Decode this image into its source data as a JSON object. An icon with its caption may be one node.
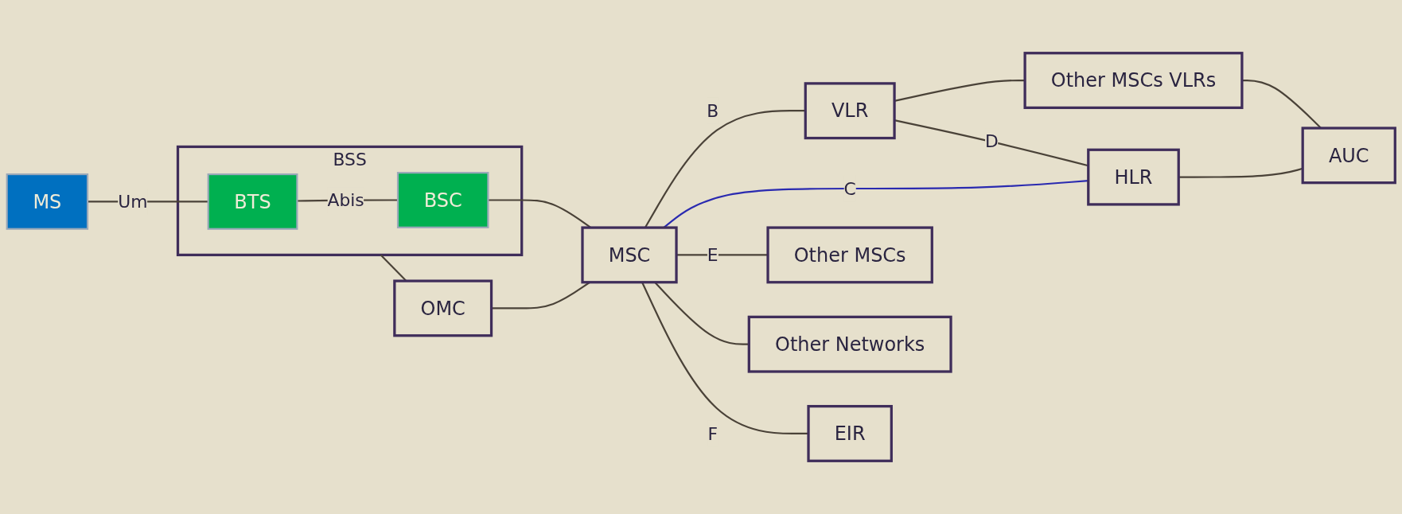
{
  "diagram": {
    "nodes": [
      {
        "text": [
          "MS"
        ]
      },
      {
        "text": [
          "BSS"
        ]
      },
      {
        "text": [
          "BTS"
        ],
        "in": 1
      },
      {
        "text": [
          "BSC"
        ],
        "in": 1
      },
      {
        "text": [
          "OMC"
        ]
      },
      {
        "text": [
          "VLR"
        ]
      },
      {
        "text": [
          "Other MSCs VLRs"
        ]
      },
      {
        "text": [
          "MSC"
        ]
      },
      {
        "text": [
          "HLR"
        ]
      },
      {
        "text": [
          "AUC"
        ]
      },
      {
        "text": [
          "Other MSCs"
        ]
      },
      {
        "text": [
          "Other Networks"
        ]
      },
      {
        "text": [
          "EIR"
        ]
      }
    ],
    "edges": [
      {
        "from": 0,
        "to": 2,
        "arrow": "none",
        "label": "Um"
      },
      {
        "from": 2,
        "to": 3,
        "arrow": "none",
        "label": "Abis"
      },
      {
        "from": 3,
        "to": 7,
        "arrow": "none"
      },
      {
        "from": 1,
        "to": 4,
        "arrow": "none"
      },
      {
        "from": 4,
        "to": 7,
        "arrow": "none"
      },
      {
        "from": 7,
        "to": 5,
        "arrow": "none",
        "label": "B"
      },
      {
        "from": 5,
        "to": 6,
        "arrow": "none"
      },
      {
        "from": 5,
        "to": 8,
        "arrow": "none",
        "label": "D"
      },
      {
        "from": 7,
        "to": 8,
        "arrow": "none",
        "label": "C",
        "color": "#2a2ab0"
      },
      {
        "from": 8,
        "to": 9,
        "arrow": "none"
      },
      {
        "from": 6,
        "to": 9,
        "arrow": "none"
      },
      {
        "from": 7,
        "to": 10,
        "arrow": "none",
        "label": "E"
      },
      {
        "from": 7,
        "to": 11,
        "arrow": "none"
      },
      {
        "from": 7,
        "to": 12,
        "arrow": "none",
        "label": "F"
      }
    ]
  }
}
